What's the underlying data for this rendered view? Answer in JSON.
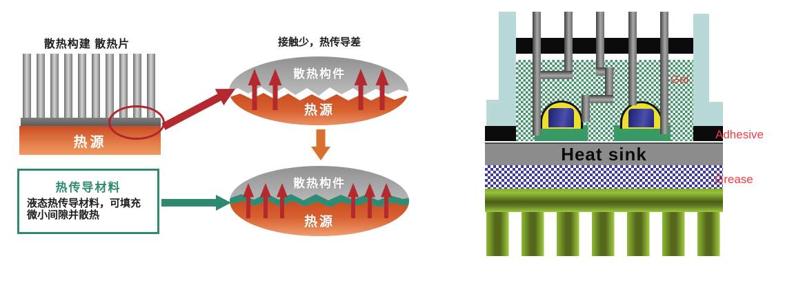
{
  "left_diagram": {
    "title": "散热构建 散热片",
    "heat_source": "热源",
    "callout_box": {
      "title": "热传导材料",
      "body_line1": "液态热传导材料，可填充",
      "body_line2": "微小间隙并散热"
    }
  },
  "middle_diagram": {
    "caption": "接触少，热传导差",
    "bad_contact": {
      "top": "散热构件",
      "bottom": "热源"
    },
    "good_contact": {
      "top": "散热构件",
      "bottom": "热源"
    }
  },
  "right_diagram": {
    "gel_label": "Gel",
    "adhesive_label": "Adhesive",
    "grease_label": "Grease",
    "heat_sink_label": "Heat sink"
  },
  "colors": {
    "arrow_red": "#b4292e",
    "teal": "#2d8a71",
    "orange_arrow": "#d9702e",
    "label_red": "#ee3a42",
    "gel_green": "#3f9066",
    "grease_blue": "#3d3d99",
    "case_blue": "#b9d8d8",
    "fin_green": "#8dbb33",
    "loupe_red": "#b3232a"
  }
}
